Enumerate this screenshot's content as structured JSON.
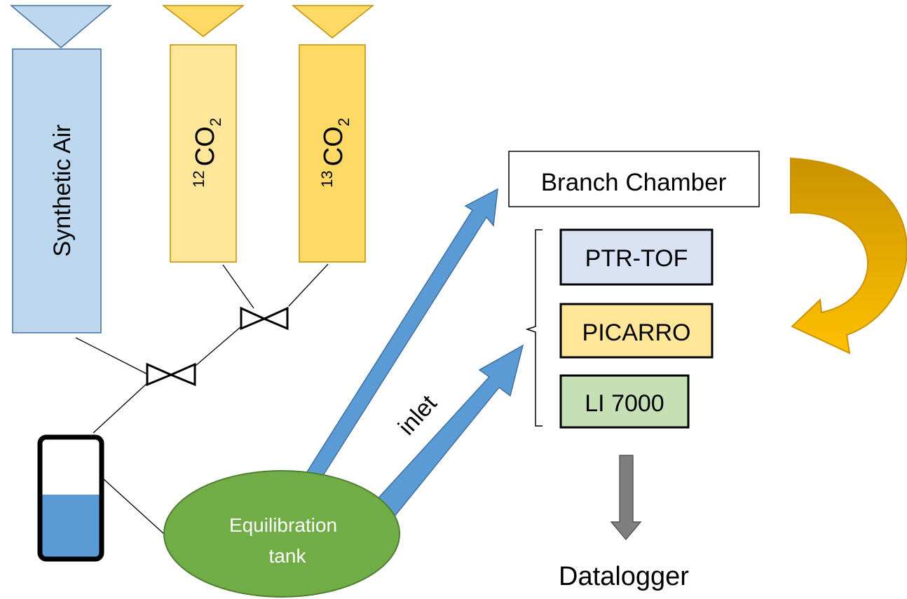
{
  "diagram": {
    "cylinders": {
      "synthetic_air": {
        "label": "Synthetic Air",
        "color": "#bdd7ee"
      },
      "co2_12": {
        "mass": "12",
        "formula": "CO",
        "subscript": "2",
        "color": "#ffe699"
      },
      "co2_13": {
        "mass": "13",
        "formula": "CO",
        "subscript": "2",
        "color": "#ffd966"
      }
    },
    "tank": {
      "line1": "Equilibration",
      "line2": "tank",
      "color": "#70ad47"
    },
    "inlet_label": "inlet",
    "branch_chamber": "Branch Chamber",
    "instruments": [
      {
        "label": "PTR-TOF",
        "color": "#dae3f3"
      },
      {
        "label": "PICARRO",
        "color": "#ffe699"
      },
      {
        "label": "LI 7000",
        "color": "#c5e0b4"
      }
    ],
    "datalogger": "Datalogger",
    "colors": {
      "arrow_blue": "#5b9bd5",
      "curved_arrow": "#ffc000",
      "down_arrow": "#7f7f7f",
      "water": "#5b9bd5"
    }
  }
}
